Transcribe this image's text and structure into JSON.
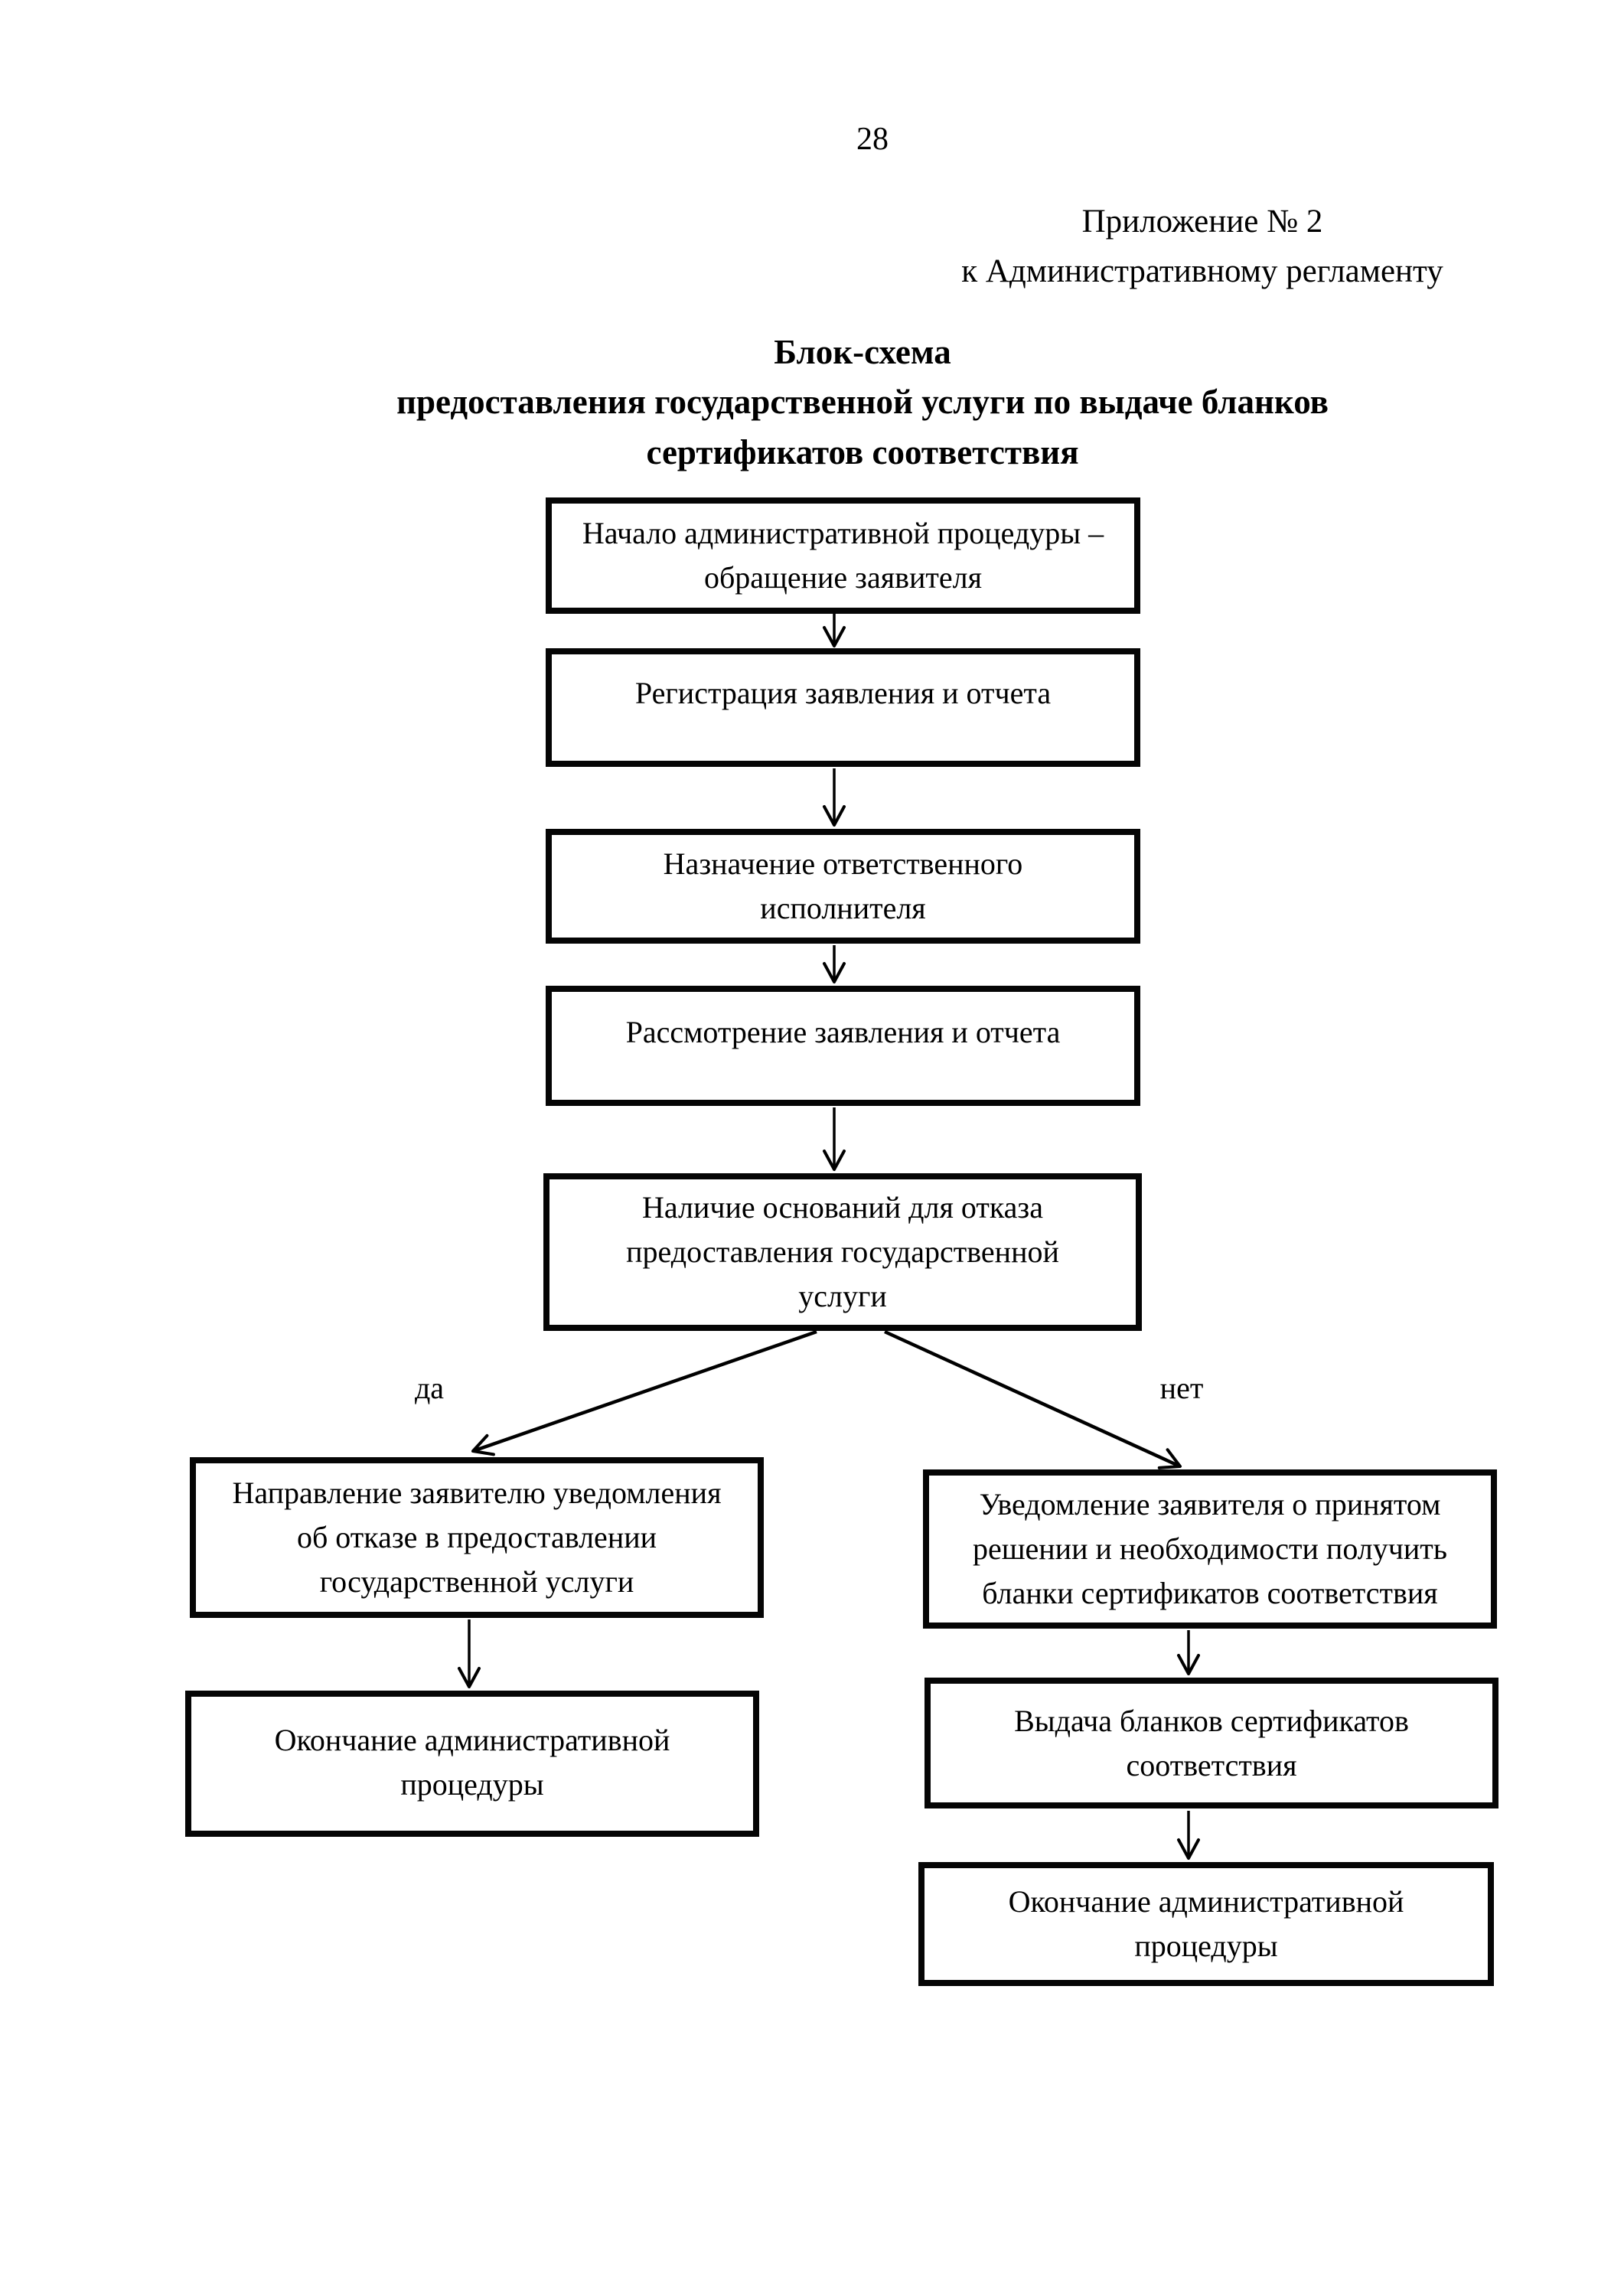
{
  "page": {
    "number": "28",
    "appendix": {
      "line1": "Приложение № 2",
      "line2": "к Административному регламенту"
    },
    "title": {
      "line1": "Блок-схема",
      "line2": "предоставления государственной услуги по выдаче бланков",
      "line3": "сертификатов соответствия"
    }
  },
  "flowchart": {
    "nodes": [
      {
        "id": "start",
        "lines": [
          "Начало административной процедуры –",
          "обращение заявителя"
        ]
      },
      {
        "id": "register",
        "lines": [
          "Регистрация заявления и отчета"
        ]
      },
      {
        "id": "assign",
        "lines": [
          "Назначение ответственного",
          "исполнителя"
        ]
      },
      {
        "id": "review",
        "lines": [
          "Рассмотрение заявления и отчета"
        ]
      },
      {
        "id": "grounds",
        "lines": [
          "Наличие оснований для отказа",
          "предоставления государственной",
          "услуги"
        ]
      },
      {
        "id": "refuse",
        "lines": [
          "Направление заявителю уведомления",
          "об отказе в предоставлении",
          "государственной услуги"
        ]
      },
      {
        "id": "end-left",
        "lines": [
          "Окончание административной",
          "процедуры"
        ]
      },
      {
        "id": "approve",
        "lines": [
          "Уведомление заявителя о принятом",
          "решении и необходимости получить",
          "бланки сертификатов соответствия"
        ]
      },
      {
        "id": "issue",
        "lines": [
          "Выдача бланков сертификатов",
          "соответствия"
        ]
      },
      {
        "id": "end-right",
        "lines": [
          "Окончание административной",
          "процедуры"
        ]
      }
    ],
    "branch_labels": {
      "yes": "да",
      "no": "нет"
    },
    "line_color": "#000000"
  }
}
